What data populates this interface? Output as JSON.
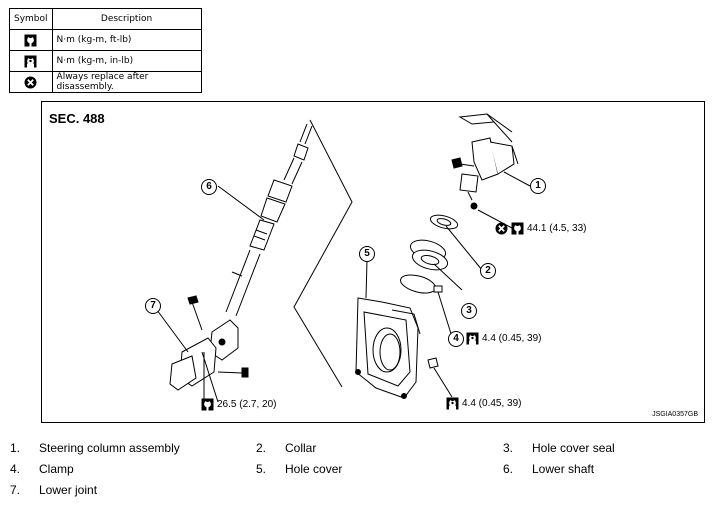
{
  "symbol_table": {
    "header_symbol": "Symbol",
    "header_description": "Description",
    "rows": [
      {
        "icon": "torque-wrench-icon",
        "description": "N·m (kg-m, ft-lb)"
      },
      {
        "icon": "torque-wrench-inlb-icon",
        "description": "N·m (kg-m, in-lb)"
      },
      {
        "icon": "always-replace-icon",
        "description": "Always replace after disassembly."
      }
    ]
  },
  "diagram": {
    "section": "SEC. 488",
    "code": "JSGIA0357GB",
    "callouts": [
      "1",
      "2",
      "3",
      "4",
      "5",
      "6",
      "7"
    ],
    "torques": {
      "t1": "44.1 (4.5, 33)",
      "t2": "4.4 (0.45, 39)",
      "t3": "26.5 (2.7, 20)",
      "t4": "4.4 (0.45, 39)"
    }
  },
  "legend": [
    {
      "num": "1.",
      "name": "Steering column assembly"
    },
    {
      "num": "2.",
      "name": "Collar"
    },
    {
      "num": "3.",
      "name": "Hole cover seal"
    },
    {
      "num": "4.",
      "name": "Clamp"
    },
    {
      "num": "5.",
      "name": "Hole cover"
    },
    {
      "num": "6.",
      "name": "Lower shaft"
    },
    {
      "num": "7.",
      "name": "Lower joint"
    }
  ]
}
